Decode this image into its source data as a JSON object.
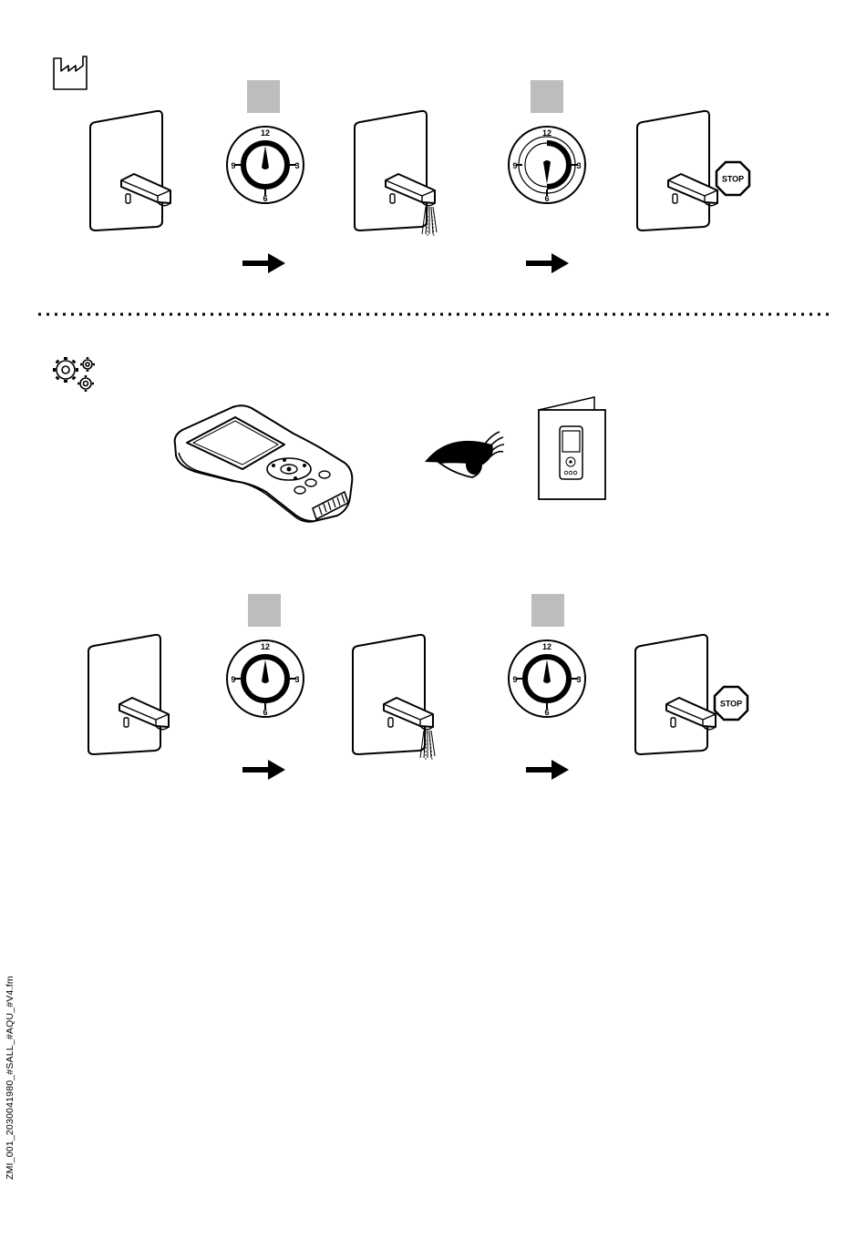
{
  "colors": {
    "ink": "#000000",
    "paper": "#ffffff",
    "step_marker": "#bdbdbd"
  },
  "icons": {
    "factory": "factory-icon",
    "settings": "gears-icon",
    "eye": "eye-icon",
    "booklet": "booklet-icon",
    "remote": "remote-control-icon",
    "stop": "stop-sign-icon",
    "arrow": "arrow-right-icon",
    "timer": "timer-dial-icon",
    "faucet": "faucet-icon"
  },
  "timer": {
    "label_12": "12",
    "label_3": "3",
    "label_6": "6",
    "label_9": "9"
  },
  "stop_label": "STOP",
  "footer": {
    "file_id": "ZMI_001_2030041980_#SALL_#AQU_#V4.fm"
  }
}
